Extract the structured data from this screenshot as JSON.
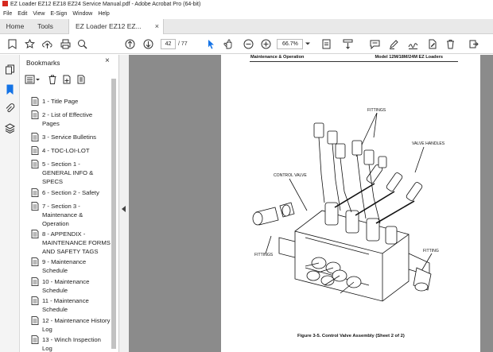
{
  "window": {
    "title": "EZ Loader EZ12 EZ18 EZ24 Service Manual.pdf - Adobe Acrobat Pro (64-bit)"
  },
  "menubar": {
    "items": [
      "File",
      "Edit",
      "View",
      "E-Sign",
      "Window",
      "Help"
    ]
  },
  "tabs": {
    "home": "Home",
    "tools": "Tools",
    "document": "EZ Loader EZ12 EZ...",
    "close": "×"
  },
  "toolbar": {
    "page_current": "42",
    "page_total": "/ 77",
    "zoom": "66.7%"
  },
  "bookmarks": {
    "title": "Bookmarks",
    "close": "×",
    "items": [
      "1 - Title Page",
      "2 - List of Effective Pages",
      "3 - Service Bulletins",
      "4 - TOC-LOI-LOT",
      "5 - Section 1 - GENERAL INFO & SPECS",
      "6 - Section 2 - Safety",
      "7 - Section 3 - Maintenance & Operation",
      "8 - APPENDIX - MAINTENANCE FORMS AND SAFETY TAGS",
      "9 - Maintenance Schedule",
      "10 - Maintenance Schedule",
      "11 - Maintenance Schedule",
      "12 - Maintenance History Log",
      "13 - Winch Inspection Log"
    ]
  },
  "document": {
    "header_left": "Maintenance & Operation",
    "header_right": "Model 12M/18M/24M EZ Loaders",
    "callouts": {
      "fittings_top": "FITTINGS",
      "valve_handles": "VALVE HANDLES",
      "control_valve": "CONTROL VALVE",
      "fittings_left": "FITTINGS",
      "fitting_right": "FITTING"
    },
    "caption": "Figure 3-5.  Control Valve Assembly  (Sheet 2 of 2)"
  }
}
